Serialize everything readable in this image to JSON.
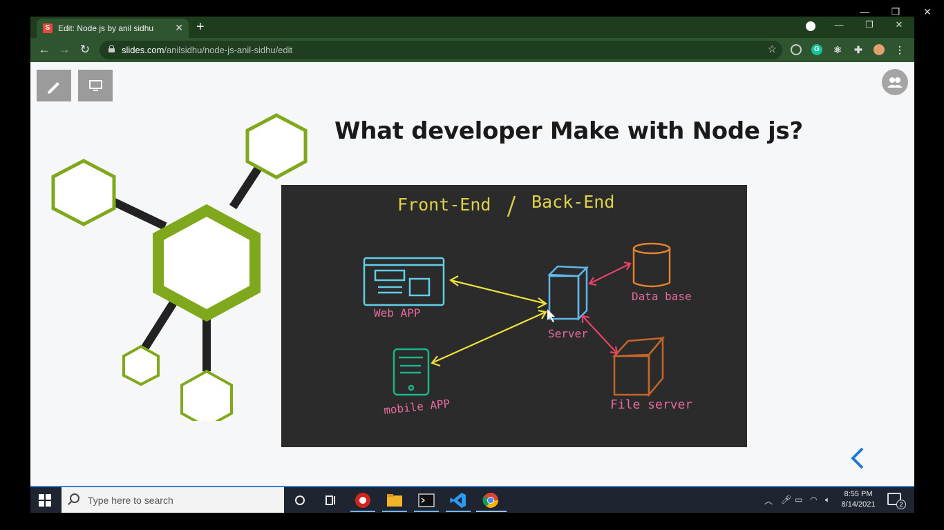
{
  "browser": {
    "tab_title": "Edit: Node js by anil sidhu",
    "tab_favicon_letter": "S",
    "new_tab_symbol": "+",
    "url_host": "slides.com",
    "url_path": "/anilsidhu/node-js-anil-sidhu/edit",
    "theme_color": "#2f5430"
  },
  "slide": {
    "title": "What developer Make with Node js?",
    "diagram": {
      "heading_front": "Front-End",
      "heading_sep": "/",
      "heading_back": "Back-End",
      "web_app_label": "Web APP",
      "mobile_app_label": "mobile APP",
      "server_label": "Server",
      "database_label": "Data base",
      "file_server_label": "File server"
    },
    "accent_green": "#7fa81c"
  },
  "taskbar": {
    "search_placeholder": "Type here to search",
    "time": "8:55 PM",
    "date": "8/14/2021",
    "notification_count": "2"
  }
}
